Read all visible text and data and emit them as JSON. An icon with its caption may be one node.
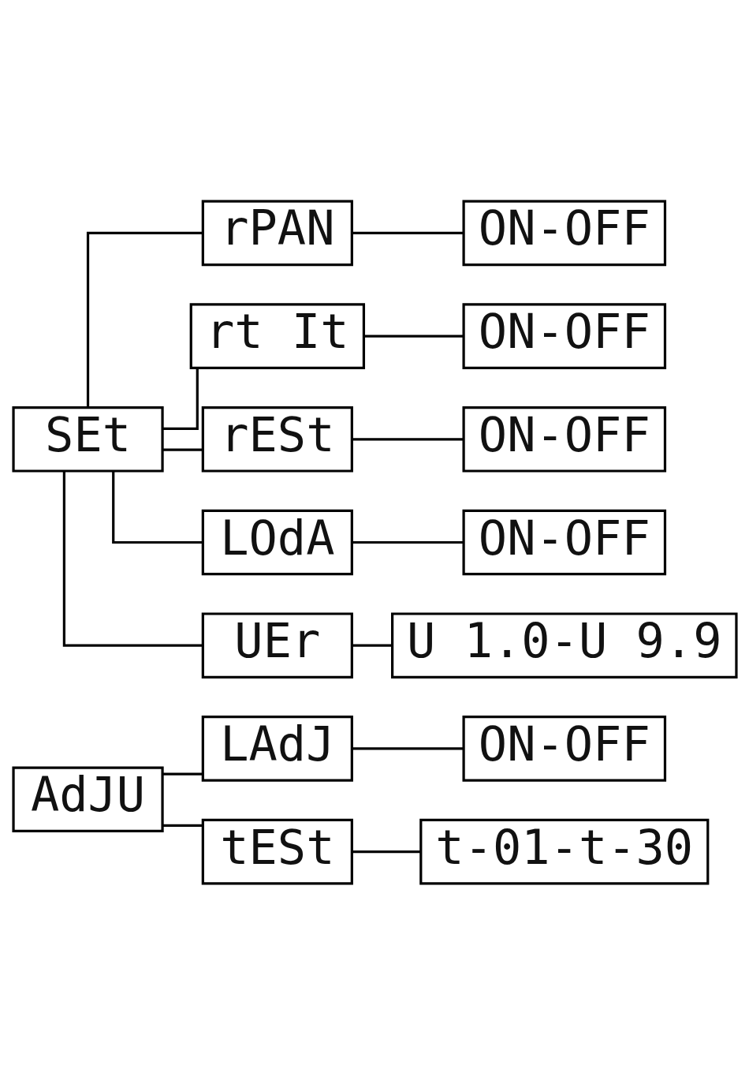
{
  "diagram": {
    "nodes": [
      {
        "text": [
          "SEt"
        ]
      },
      {
        "text": [
          "rPAN"
        ]
      },
      {
        "text": [
          "ON-OFF"
        ]
      },
      {
        "text": [
          "rt It"
        ]
      },
      {
        "text": [
          "ON-OFF"
        ]
      },
      {
        "text": [
          "rESt"
        ]
      },
      {
        "text": [
          "ON-OFF"
        ]
      },
      {
        "text": [
          "LOdA"
        ]
      },
      {
        "text": [
          "ON-OFF"
        ]
      },
      {
        "text": [
          "UEr"
        ]
      },
      {
        "text": [
          "U 1.0-U 9.9"
        ]
      },
      {
        "text": [
          "AdJU"
        ]
      },
      {
        "text": [
          "LAdJ"
        ]
      },
      {
        "text": [
          "ON-OFF"
        ]
      },
      {
        "text": [
          "tESt"
        ]
      },
      {
        "text": [
          "t-01-t-30"
        ]
      }
    ],
    "edges": [
      {
        "from": 0,
        "to": 1,
        "arrow": "none"
      },
      {
        "from": 1,
        "to": 2,
        "arrow": "none"
      },
      {
        "from": 0,
        "to": 3,
        "arrow": "none"
      },
      {
        "from": 3,
        "to": 4,
        "arrow": "none"
      },
      {
        "from": 0,
        "to": 5,
        "arrow": "none"
      },
      {
        "from": 5,
        "to": 6,
        "arrow": "none"
      },
      {
        "from": 0,
        "to": 7,
        "arrow": "none"
      },
      {
        "from": 7,
        "to": 8,
        "arrow": "none"
      },
      {
        "from": 0,
        "to": 9,
        "arrow": "none"
      },
      {
        "from": 9,
        "to": 10,
        "arrow": "none"
      },
      {
        "from": 11,
        "to": 12,
        "arrow": "none"
      },
      {
        "from": 12,
        "to": 13,
        "arrow": "none"
      },
      {
        "from": 11,
        "to": 14,
        "arrow": "none"
      },
      {
        "from": 14,
        "to": 15,
        "arrow": "none"
      }
    ]
  }
}
